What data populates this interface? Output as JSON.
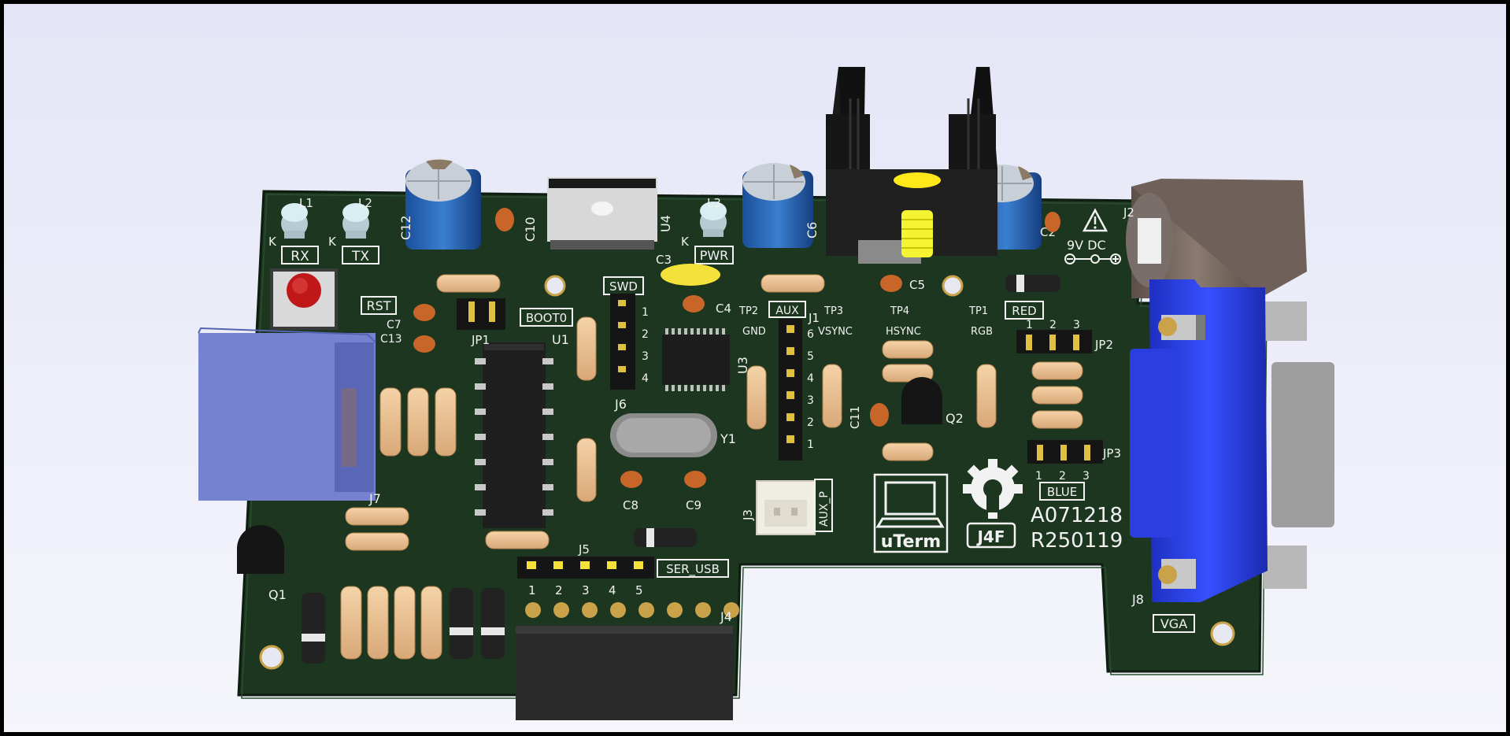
{
  "colors": {
    "background": "#e8e9f6",
    "pcb": "#1f3b22",
    "silkscreen": "#f2f2f2",
    "pad": "#c9a24a",
    "vga_connector": "#2a3fd8",
    "jack": "#7a6b63",
    "usb_connector": "#6878c8"
  },
  "board": {
    "labels": {
      "rx": "RX",
      "tx": "TX",
      "pwr": "PWR",
      "rst": "RST",
      "boot0": "BOOT0",
      "swd": "SWD",
      "aux": "AUX",
      "red": "RED",
      "blue": "BLUE",
      "vga": "VGA",
      "ser_usb": "SER_USB",
      "aux_p": "AUX_P",
      "power_in": "9V DC",
      "logo_text": "uTerm",
      "maker": "J4F",
      "rev1": "A071218",
      "rev2": "R250119"
    },
    "refs": {
      "l1": "L1",
      "l2": "L2",
      "l3": "L3",
      "k1": "K",
      "k2": "K",
      "k3": "K",
      "c2": "C2",
      "c3": "C3",
      "c4": "C4",
      "c5": "C5",
      "c6": "C6",
      "c7": "C7",
      "c8": "C8",
      "c9": "C9",
      "c10": "C10",
      "c11": "C11",
      "c12": "C12",
      "c13": "C13",
      "u1": "U1",
      "u3": "U3",
      "u4": "U4",
      "y1": "Y1",
      "q1": "Q1",
      "q2": "Q2",
      "j1": "J1",
      "j2": "J2",
      "j3": "J3",
      "j4": "J4",
      "j5": "J5",
      "j6": "J6",
      "j7": "J7",
      "j8": "J8",
      "jp1": "JP1",
      "jp2": "JP2",
      "jp3": "JP3",
      "tp1": "TP1",
      "tp2": "TP2",
      "tp3": "TP3",
      "tp4": "TP4",
      "gnd": "GND",
      "vsync": "VSYNC",
      "hsync": "HSYNC",
      "rgb": "RGB"
    },
    "pins": {
      "j5": [
        "1",
        "2",
        "3",
        "4",
        "5"
      ],
      "j1": [
        "6",
        "5",
        "4",
        "3",
        "2",
        "1"
      ],
      "j6": [
        "1",
        "2",
        "3",
        "4"
      ],
      "jp2": [
        "1",
        "2",
        "3"
      ]
    }
  }
}
